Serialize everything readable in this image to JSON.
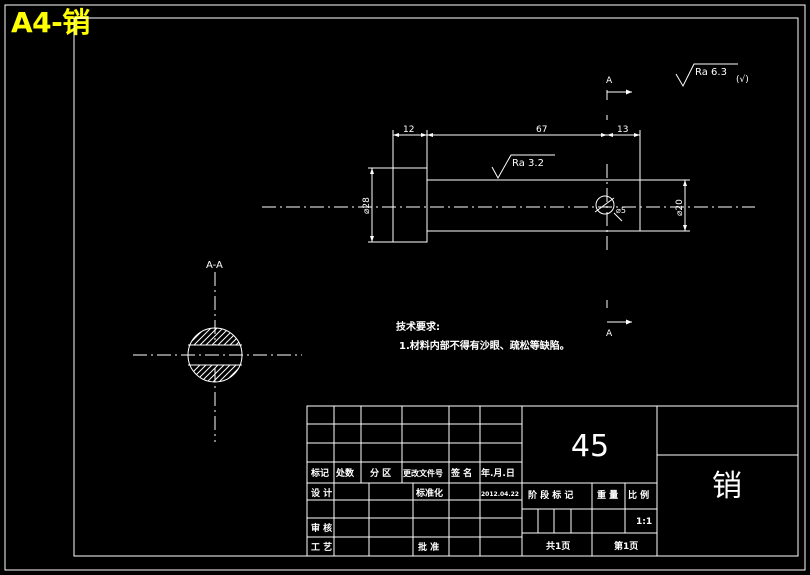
{
  "header": {
    "title": "A4-销"
  },
  "section": {
    "label": "A-A",
    "view_mark_top": "A",
    "view_mark_bottom": "A"
  },
  "surface": {
    "overall": "Ra 6.3",
    "overall_suffix": "(√)",
    "local": "Ra 3.2"
  },
  "dimensions": {
    "head_length": "12",
    "body_length": "67",
    "end_length": "13",
    "head_dia": "⌀28",
    "body_dia": "⌀20",
    "hole_dia": "⌀5"
  },
  "notes": {
    "heading": "技术要求:",
    "line1": "1.材料内部不得有沙眼、疏松等缺陷。"
  },
  "title_block": {
    "material": "45",
    "part_name": "销",
    "scale": "1:1",
    "sheet_total": "共1页",
    "sheet_index": "第1页",
    "date": "2012.04.22",
    "labels": {
      "mark": "标记",
      "count": "处数",
      "zone": "分 区",
      "doc": "更改文件号",
      "sign": "签 名",
      "ymd": "年.月.日",
      "design": "设 计",
      "std": "标准化",
      "stage": "阶 段 标 记",
      "weight": "重 量",
      "ratio": "比 例",
      "review": "审 核",
      "process": "工 艺",
      "approve": "批 准"
    }
  }
}
